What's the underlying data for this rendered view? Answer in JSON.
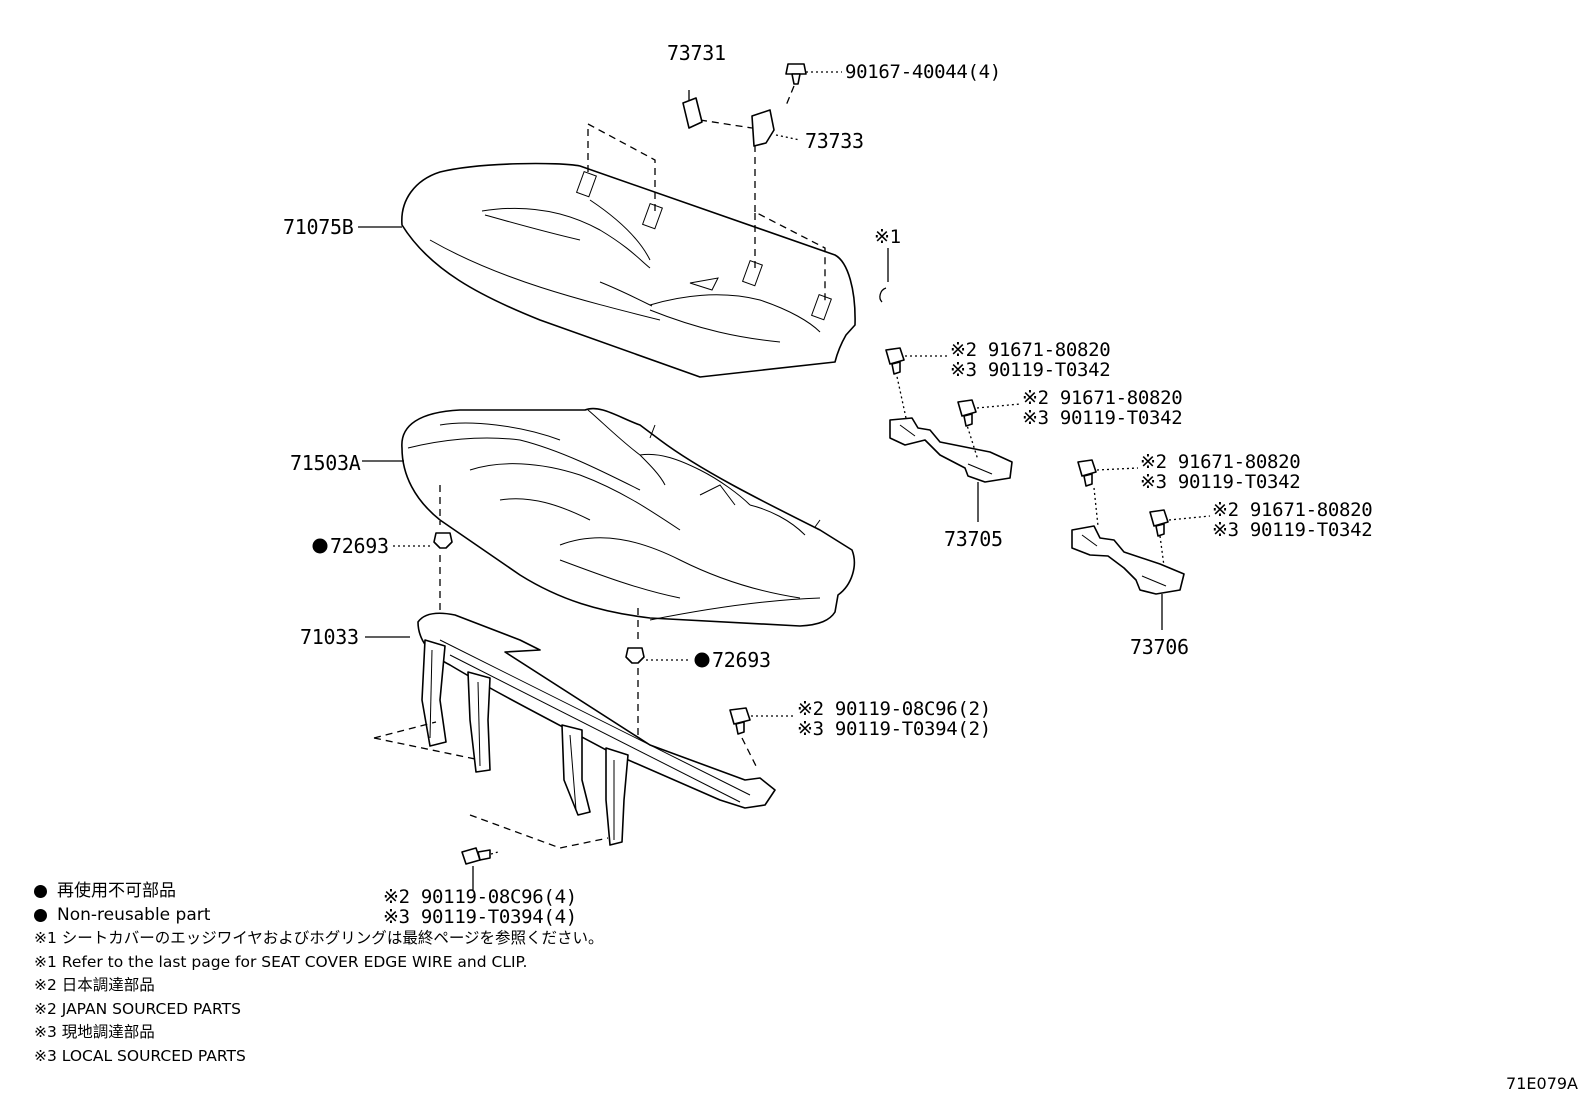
{
  "labels": {
    "p73731": "73731",
    "p90167": "90167-40044(4)",
    "p73733": "73733",
    "p71075B": "71075B",
    "ref1_mark": "※1",
    "p71503A": "71503A",
    "p72693_left": "72693",
    "p72693_right": "72693",
    "p71033": "71033",
    "p73705": "73705",
    "p73706": "73706",
    "bolt_a_j": "※2 91671-80820",
    "bolt_a_l": "※3 90119-T0342",
    "bolt_b_j": "※2 91671-80820",
    "bolt_b_l": "※3 90119-T0342",
    "bolt_c_j": "※2 91671-80820",
    "bolt_c_l": "※3 90119-T0342",
    "bolt_d_j": "※2 91671-80820",
    "bolt_d_l": "※3 90119-T0342",
    "bolt_e_j": "※2 90119-08C96(2)",
    "bolt_e_l": "※3 90119-T0394(2)",
    "bolt_f_j": "※2 90119-08C96(4)",
    "bolt_f_l": "※3 90119-T0394(4)"
  },
  "legend": [
    "再使用不可部品",
    "Non-reusable part",
    "※1 シートカバーのエッジワイヤおよびホグリングは最終ページを参照ください。",
    "※1 Refer to the last page for SEAT COVER EDGE WIRE and CLIP.",
    "※2 日本調達部品",
    "※2 JAPAN SOURCED PARTS",
    "※3 現地調達部品",
    "※3 LOCAL SOURCED PARTS"
  ],
  "diagram_code": "71E079A"
}
